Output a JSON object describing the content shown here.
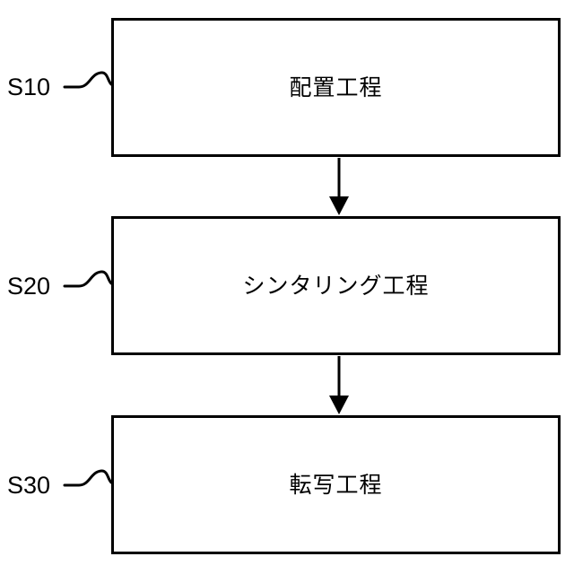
{
  "figure": {
    "type": "process-flowchart",
    "orientation": "vertical",
    "background_color": "#ffffff",
    "line_color": "#000000",
    "steps": [
      {
        "id": "S10",
        "step_label": "S10",
        "box_text": "配置工程"
      },
      {
        "id": "S20",
        "step_label": "S20",
        "box_text": "シンタリング工程"
      },
      {
        "id": "S30",
        "step_label": "S30",
        "box_text": "転写工程"
      }
    ],
    "connectors": [
      {
        "from": "S10",
        "to": "S20",
        "kind": "down-arrow"
      },
      {
        "from": "S20",
        "to": "S30",
        "kind": "down-arrow"
      }
    ]
  }
}
